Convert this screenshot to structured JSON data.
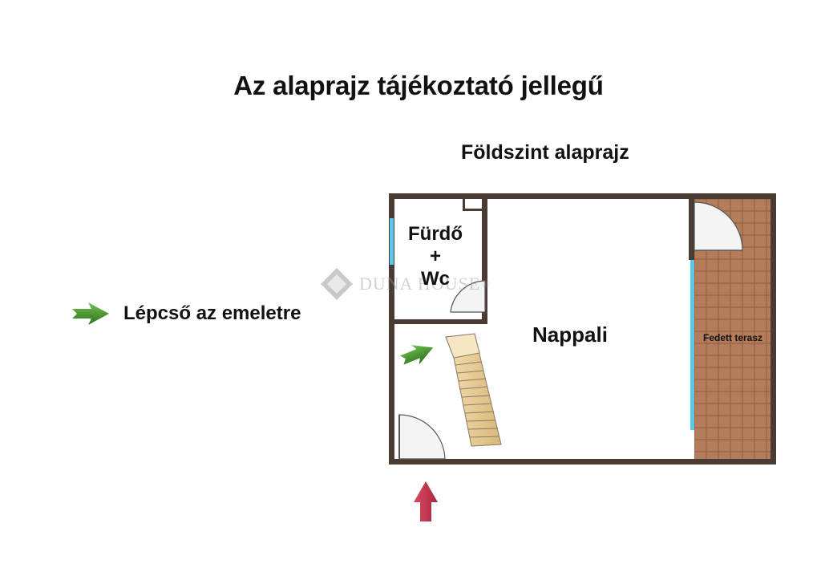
{
  "header": {
    "title": "Az alaprajz tájékoztató jellegű",
    "subtitle": "Földszint alaprajz"
  },
  "legend": {
    "label": "Lépcső az emeletre",
    "icon": "green-arrow-icon"
  },
  "rooms": {
    "bathroom_line1": "Fürdő",
    "bathroom_line2": "+",
    "bathroom_line3": "Wc",
    "living_room": "Nappali",
    "covered_terrace": "Fedett terasz"
  },
  "watermark": {
    "text": "DUNA HOUSE",
    "mark": "®"
  },
  "colors": {
    "wall": "#4a3c34",
    "window": "#5bc8e8",
    "terrace_tile": "#b07a58",
    "stair_wood": "#e8cf98",
    "stair_arrow": "#3f8a2a",
    "entrance_arrow": "#c0364e"
  }
}
